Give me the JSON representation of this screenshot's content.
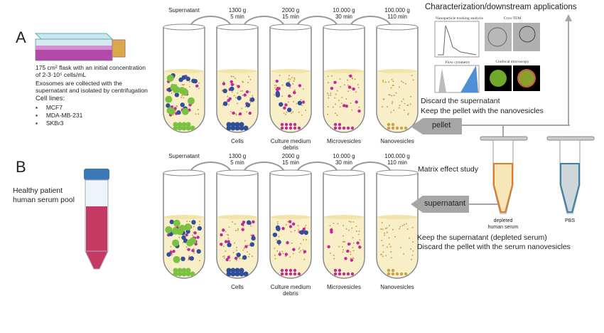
{
  "panel_a": {
    "letter": "A",
    "flask_caption_1": "175 cm² flask with an initial concentration",
    "flask_caption_2": "of 2-3·10⁵ cells/mL",
    "exosome_note_1": "Exosomes are collected with the",
    "exosome_note_2": "supernatant and isolated by centrifugation",
    "cell_lines_title": "Cell lines:",
    "cell_lines": [
      "MCF7",
      "MDA-MB-231",
      "SKBr3"
    ]
  },
  "panel_b": {
    "letter": "B",
    "serum_label_1": "Healthy patient",
    "serum_label_2": "human serum pool"
  },
  "centrifugation": {
    "top_labels": [
      {
        "line1": "Supernatant",
        "line2": ""
      },
      {
        "line1": "1300 g",
        "line2": "5 min"
      },
      {
        "line1": "2000 g",
        "line2": "15 min"
      },
      {
        "line1": "10.000 g",
        "line2": "30 min"
      },
      {
        "line1": "100.000 g",
        "line2": "110 min"
      }
    ],
    "bottom_labels": [
      {
        "line1": "Cells",
        "line2": ""
      },
      {
        "line1": "Culture medium",
        "line2": "debris"
      },
      {
        "line1": "Microvesicles",
        "line2": ""
      },
      {
        "line1": "Nanovesicles",
        "line2": ""
      }
    ]
  },
  "characterization": {
    "title": "Characterization/downstream applications",
    "images": [
      "Nanoparticle tracking analysis",
      "Cryo-TEM",
      "Flow cytometry",
      "Confocal microscopy"
    ]
  },
  "row_a_right": {
    "discard_line": "Discard the supernatant",
    "keep_line": "Keep the pellet with the nanovesicles",
    "pellet_arrow": "pellet"
  },
  "row_b_right": {
    "matrix_label": "Matrix effect study",
    "supernatant_arrow": "supernatant",
    "tube_depleted_1": "depleted",
    "tube_depleted_2": "human serum",
    "tube_pbs": "PBS",
    "keep_line": "Keep the supernatant (depleted serum)",
    "discard_line": "Discard the pellet with the serum nanovesicles"
  },
  "colors": {
    "liquid": "#f8efc8",
    "cells_green": "#7cc242",
    "debris_blue": "#2f4f9a",
    "microvesicle_magenta": "#c2299b",
    "nanovesicle_gold": "#c9a24a",
    "arrow_gray": "#a6a6a6",
    "serum_red": "#c43a63",
    "pbs_blue": "#3f7fa8"
  }
}
